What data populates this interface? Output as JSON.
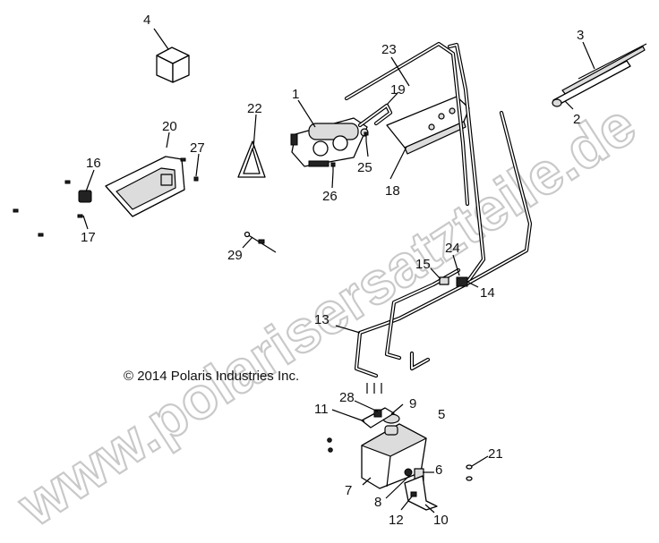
{
  "copyright": "© 2014 Polaris Industries Inc.",
  "watermark": "www.polarisersatzteile.de",
  "callouts": {
    "n1": "1",
    "n2": "2",
    "n3": "3",
    "n4": "4",
    "n5": "5",
    "n6": "6",
    "n7": "7",
    "n8": "8",
    "n9": "9",
    "n10": "10",
    "n11": "11",
    "n12": "12",
    "n13": "13",
    "n14": "14",
    "n15": "15",
    "n16": "16",
    "n17": "17",
    "n18": "18",
    "n19": "19",
    "n20": "20",
    "n21": "21",
    "n22": "22",
    "n23": "23",
    "n24": "24",
    "n25": "25",
    "n26": "26",
    "n27": "27",
    "n28": "28",
    "n29": "29"
  }
}
